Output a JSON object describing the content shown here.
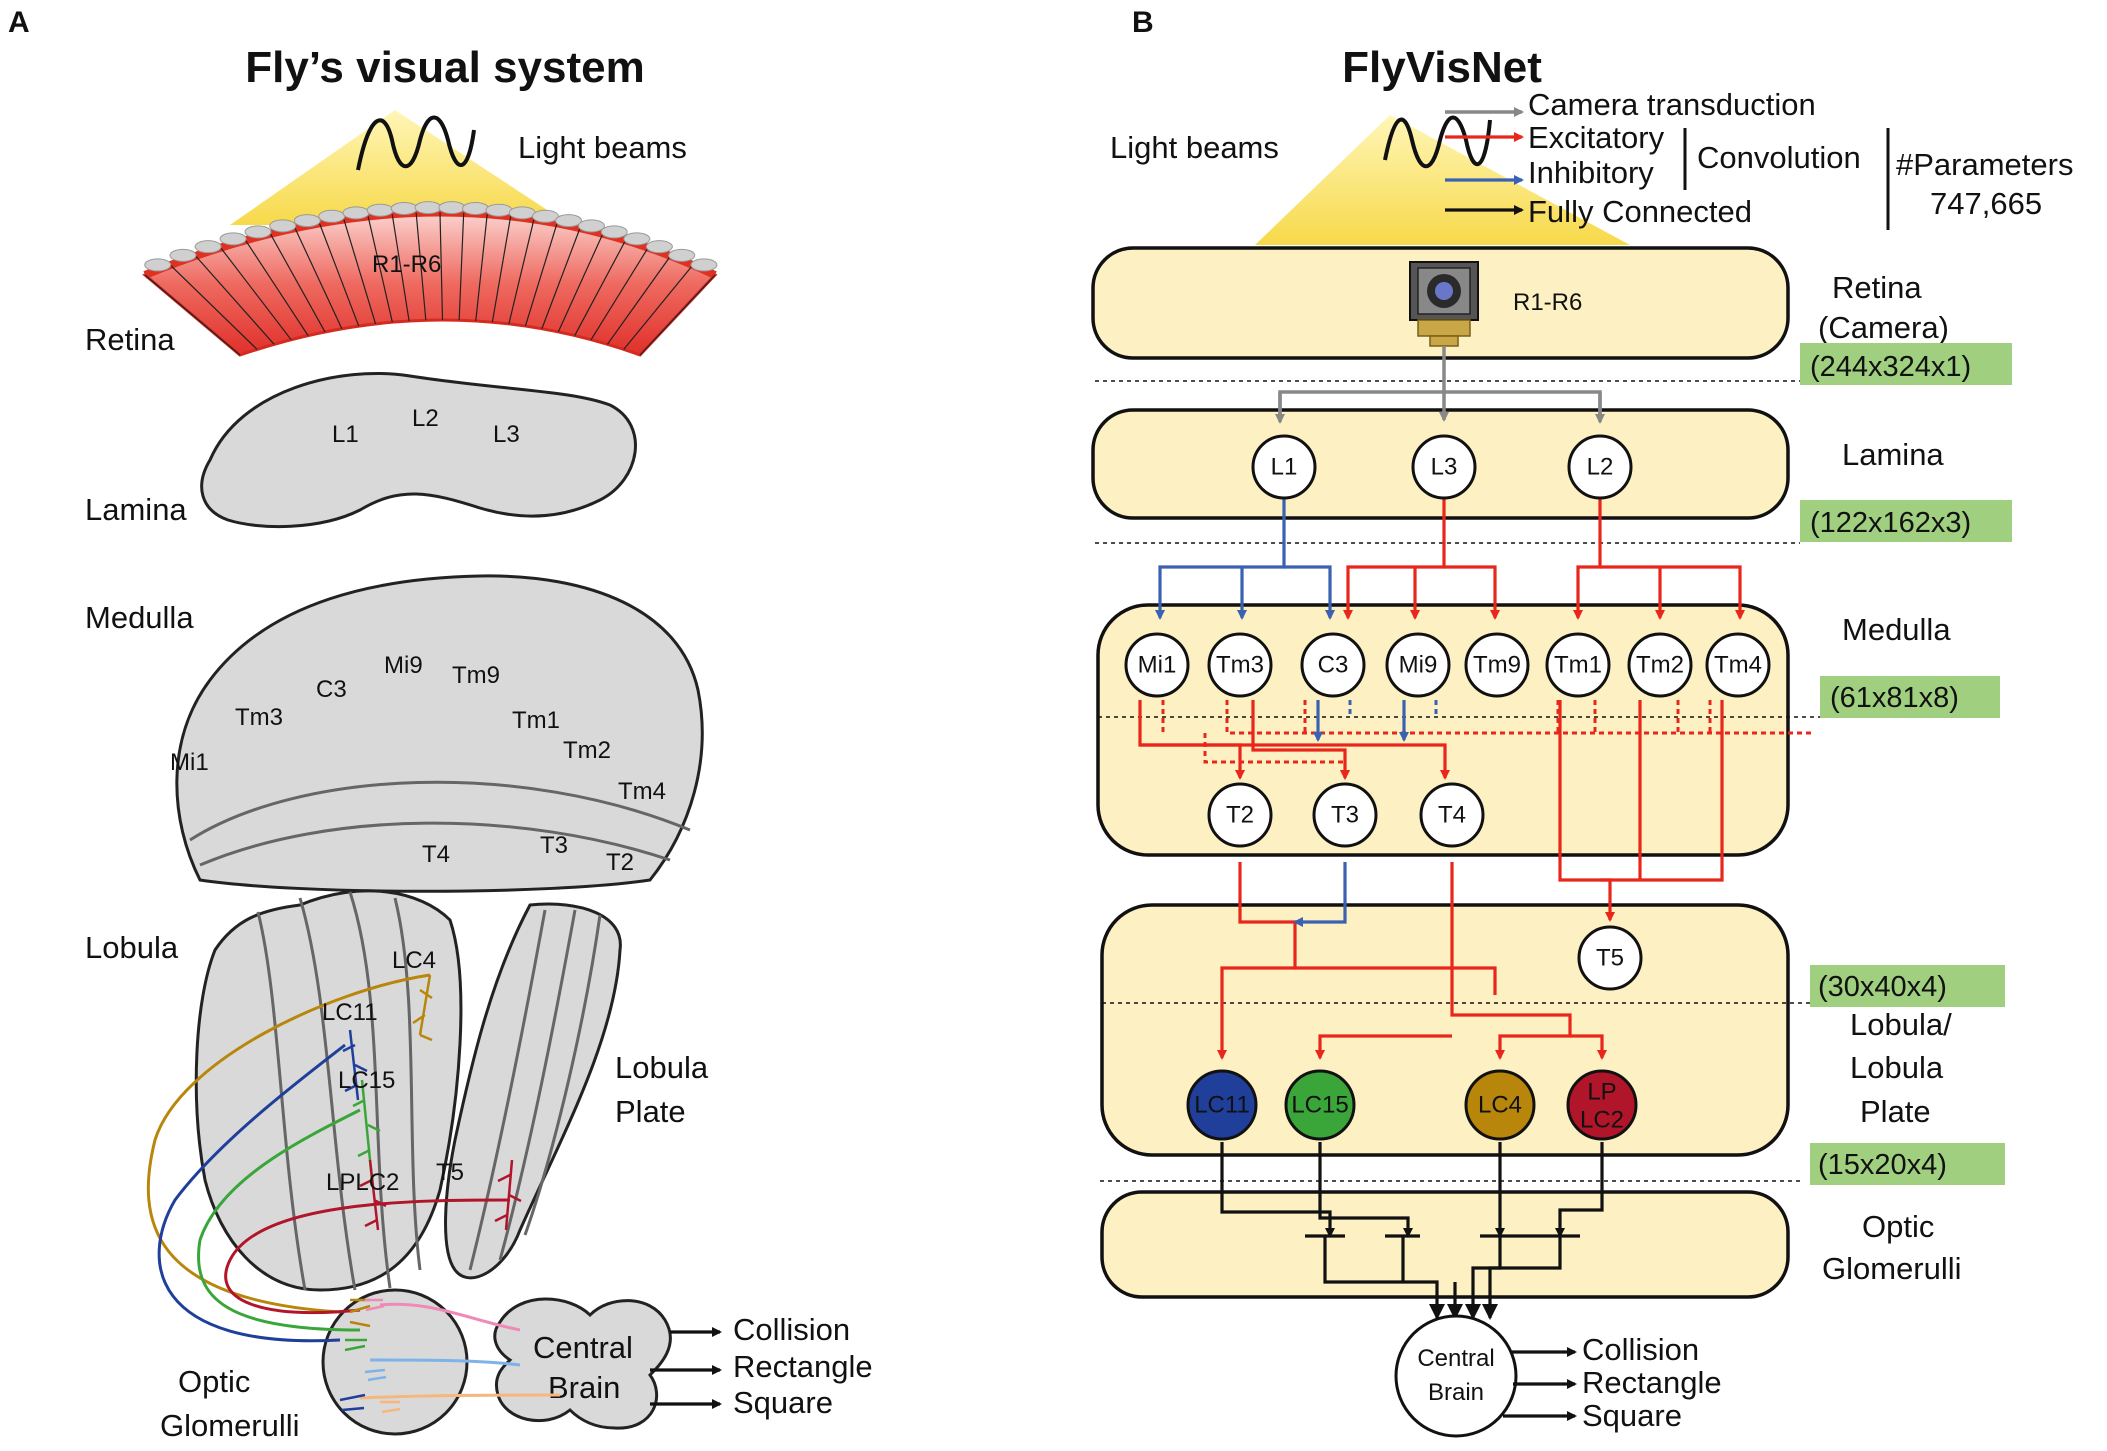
{
  "panels": {
    "a": {
      "letter": "A",
      "title": "Fly’s visual system",
      "light": "Light beams",
      "regions": {
        "retina": "Retina",
        "lamina": "Lamina",
        "medulla": "Medulla",
        "lobula": "Lobula",
        "lobula_plate": [
          "Lobula",
          "Plate"
        ],
        "optic_glomerulli": [
          "Optic",
          "Glomerulli"
        ],
        "central_brain": [
          "Central",
          "Brain"
        ]
      },
      "retina_label": "R1-R6",
      "lamina_cells": [
        "L1",
        "L2",
        "L3"
      ],
      "medulla_cells": [
        "Mi1",
        "Tm3",
        "C3",
        "Mi9",
        "Tm9",
        "Tm1",
        "Tm2",
        "Tm4",
        "T4",
        "T3",
        "T2"
      ],
      "lobula_cells": [
        "LC4",
        "LC11",
        "LC15",
        "LPLC2",
        "T5"
      ],
      "outputs": [
        "Collision",
        "Rectangle",
        "Square"
      ]
    },
    "b": {
      "letter": "B",
      "title": "FlyVisNet",
      "light": "Light beams",
      "legend": {
        "camera": "Camera transduction",
        "excitatory": "Excitatory",
        "inhibitory": "Inhibitory",
        "fully": "Fully Connected",
        "convolution": "Convolution",
        "params_label": "#Parameters",
        "params_value": "747,665"
      },
      "layers": {
        "retina": [
          "Retina",
          "(Camera)"
        ],
        "lamina": "Lamina",
        "medulla": "Medulla",
        "lobula": [
          "Lobula/",
          "Lobula",
          "Plate"
        ],
        "optic": [
          "Optic",
          "Glomerulli"
        ]
      },
      "dims": [
        "(244x324x1)",
        "(122x162x3)",
        "(61x81x8)",
        "(30x40x4)",
        "(15x20x4)"
      ],
      "camera_label": "R1-R6",
      "lamina_nodes": [
        "L1",
        "L3",
        "L2"
      ],
      "medulla_nodes": [
        "Mi1",
        "Tm3",
        "C3",
        "Mi9",
        "Tm9",
        "Tm1",
        "Tm2",
        "Tm4"
      ],
      "t_nodes": [
        "T2",
        "T3",
        "T4"
      ],
      "t5": "T5",
      "lc_nodes": [
        "LC11",
        "LC15",
        "LC4",
        "LP",
        "LC2"
      ],
      "central_brain": [
        "Central",
        "Brain"
      ],
      "outputs": [
        "Collision",
        "Rectangle",
        "Square"
      ]
    }
  },
  "colors": {
    "excitatory": "#e8261c",
    "inhibitory": "#3a62b0",
    "camera": "#888888",
    "box": "#fdf0c3",
    "dim": "#9fcf7f",
    "lc11": "#1f3f9a",
    "lc15": "#3aa63a",
    "lc4": "#b8860b",
    "lplc2": "#b0152a"
  }
}
